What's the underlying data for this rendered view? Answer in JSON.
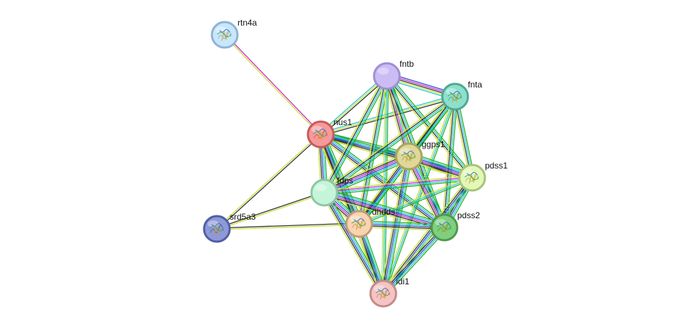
{
  "network": {
    "nodes": [
      {
        "id": "rtn4a",
        "label": "rtn4a",
        "fill": "#c9e6fb",
        "stroke": "#8fb4d6",
        "icon": "protein-structure-icon"
      },
      {
        "id": "fntb",
        "label": "fntb",
        "fill": "#cbbcf6",
        "stroke": "#9f8fd2",
        "icon": "none"
      },
      {
        "id": "fnta",
        "label": "fnta",
        "fill": "#8ee0cd",
        "stroke": "#4fa992",
        "icon": "protein-structure-icon"
      },
      {
        "id": "nus1",
        "label": "nus1",
        "fill": "#f59a9a",
        "stroke": "#c85a5a",
        "icon": "protein-structure-icon"
      },
      {
        "id": "ggps1",
        "label": "ggps1",
        "fill": "#dfd899",
        "stroke": "#aaa45c",
        "icon": "protein-structure-icon"
      },
      {
        "id": "pdss1",
        "label": "pdss1",
        "fill": "#e3f7b7",
        "stroke": "#a8c37a",
        "icon": "protein-structure-icon"
      },
      {
        "id": "fdps",
        "label": "fdps",
        "fill": "#c5f5d8",
        "stroke": "#8dc7a6",
        "icon": "none"
      },
      {
        "id": "srd5a3",
        "label": "srd5a3",
        "fill": "#8f98d8",
        "stroke": "#525fa3",
        "icon": "protein-structure-icon"
      },
      {
        "id": "dhdds",
        "label": "dhdds",
        "fill": "#f8d4b0",
        "stroke": "#c49b76",
        "icon": "protein-structure-icon"
      },
      {
        "id": "pdss2",
        "label": "pdss2",
        "fill": "#7fcf7f",
        "stroke": "#4d9a4d",
        "icon": "protein-structure-icon"
      },
      {
        "id": "idi1",
        "label": "idi1",
        "fill": "#f5c4c4",
        "stroke": "#c58a8a",
        "icon": "protein-structure-icon"
      }
    ],
    "edges": [
      {
        "a": "rtn4a",
        "b": "nus1",
        "types": [
          "magenta",
          "yellow"
        ]
      },
      {
        "a": "nus1",
        "b": "fntb",
        "types": [
          "cyan",
          "yellow",
          "black"
        ]
      },
      {
        "a": "nus1",
        "b": "fnta",
        "types": [
          "cyan",
          "yellow",
          "black"
        ]
      },
      {
        "a": "nus1",
        "b": "ggps1",
        "types": [
          "green",
          "cyan",
          "blue",
          "black",
          "yellow"
        ]
      },
      {
        "a": "nus1",
        "b": "pdss1",
        "types": [
          "green",
          "cyan",
          "blue",
          "black",
          "yellow"
        ]
      },
      {
        "a": "nus1",
        "b": "fdps",
        "types": [
          "green",
          "cyan",
          "blue",
          "black",
          "yellow"
        ]
      },
      {
        "a": "nus1",
        "b": "dhdds",
        "types": [
          "green",
          "cyan",
          "blue",
          "magenta",
          "black",
          "yellow"
        ]
      },
      {
        "a": "nus1",
        "b": "pdss2",
        "types": [
          "green",
          "cyan",
          "blue",
          "black",
          "yellow"
        ]
      },
      {
        "a": "nus1",
        "b": "idi1",
        "types": [
          "green",
          "cyan",
          "black",
          "yellow"
        ]
      },
      {
        "a": "nus1",
        "b": "srd5a3",
        "types": [
          "black",
          "yellow"
        ]
      },
      {
        "a": "srd5a3",
        "b": "fdps",
        "types": [
          "black",
          "yellow"
        ]
      },
      {
        "a": "srd5a3",
        "b": "dhdds",
        "types": [
          "black",
          "yellow"
        ]
      },
      {
        "a": "fntb",
        "b": "fnta",
        "types": [
          "blue",
          "magenta",
          "black",
          "yellow",
          "cyan"
        ]
      },
      {
        "a": "fntb",
        "b": "ggps1",
        "types": [
          "green",
          "cyan",
          "magenta",
          "black",
          "yellow"
        ]
      },
      {
        "a": "fntb",
        "b": "pdss1",
        "types": [
          "green",
          "cyan",
          "black",
          "yellow"
        ]
      },
      {
        "a": "fntb",
        "b": "fdps",
        "types": [
          "green",
          "cyan",
          "black",
          "yellow"
        ]
      },
      {
        "a": "fntb",
        "b": "dhdds",
        "types": [
          "green",
          "cyan",
          "black",
          "yellow"
        ]
      },
      {
        "a": "fntb",
        "b": "pdss2",
        "types": [
          "green",
          "cyan",
          "black",
          "yellow"
        ]
      },
      {
        "a": "fntb",
        "b": "idi1",
        "types": [
          "green",
          "cyan",
          "yellow"
        ]
      },
      {
        "a": "fnta",
        "b": "ggps1",
        "types": [
          "green",
          "cyan",
          "black",
          "yellow"
        ]
      },
      {
        "a": "fnta",
        "b": "pdss1",
        "types": [
          "green",
          "cyan",
          "black",
          "yellow"
        ]
      },
      {
        "a": "fnta",
        "b": "fdps",
        "types": [
          "green",
          "cyan",
          "black",
          "yellow"
        ]
      },
      {
        "a": "fnta",
        "b": "dhdds",
        "types": [
          "green",
          "cyan",
          "black",
          "yellow"
        ]
      },
      {
        "a": "fnta",
        "b": "pdss2",
        "types": [
          "green",
          "cyan",
          "black",
          "yellow"
        ]
      },
      {
        "a": "fnta",
        "b": "idi1",
        "types": [
          "green",
          "cyan",
          "yellow"
        ]
      },
      {
        "a": "ggps1",
        "b": "pdss1",
        "types": [
          "green",
          "cyan",
          "blue",
          "magenta",
          "black",
          "yellow"
        ]
      },
      {
        "a": "ggps1",
        "b": "fdps",
        "types": [
          "green",
          "cyan",
          "blue",
          "magenta",
          "black",
          "yellow"
        ]
      },
      {
        "a": "ggps1",
        "b": "dhdds",
        "types": [
          "green",
          "cyan",
          "blue",
          "black",
          "yellow"
        ]
      },
      {
        "a": "ggps1",
        "b": "pdss2",
        "types": [
          "green",
          "cyan",
          "blue",
          "magenta",
          "black",
          "yellow"
        ]
      },
      {
        "a": "ggps1",
        "b": "idi1",
        "types": [
          "green",
          "cyan",
          "blue",
          "black",
          "yellow"
        ]
      },
      {
        "a": "pdss1",
        "b": "fdps",
        "types": [
          "green",
          "cyan",
          "magenta",
          "yellow"
        ]
      },
      {
        "a": "pdss1",
        "b": "dhdds",
        "types": [
          "green",
          "cyan",
          "yellow"
        ]
      },
      {
        "a": "pdss1",
        "b": "pdss2",
        "types": [
          "green",
          "cyan",
          "blue",
          "black",
          "yellow"
        ]
      },
      {
        "a": "pdss1",
        "b": "idi1",
        "types": [
          "green",
          "cyan",
          "blue",
          "black",
          "yellow"
        ]
      },
      {
        "a": "fdps",
        "b": "dhdds",
        "types": [
          "green",
          "cyan",
          "blue",
          "magenta",
          "black",
          "yellow"
        ]
      },
      {
        "a": "fdps",
        "b": "pdss2",
        "types": [
          "green",
          "cyan",
          "blue",
          "magenta",
          "black",
          "yellow"
        ]
      },
      {
        "a": "fdps",
        "b": "idi1",
        "types": [
          "green",
          "cyan",
          "blue",
          "black",
          "yellow"
        ]
      },
      {
        "a": "dhdds",
        "b": "pdss2",
        "types": [
          "green",
          "cyan",
          "blue",
          "black",
          "yellow"
        ]
      },
      {
        "a": "dhdds",
        "b": "idi1",
        "types": [
          "green",
          "cyan",
          "blue",
          "black",
          "yellow"
        ]
      },
      {
        "a": "pdss2",
        "b": "idi1",
        "types": [
          "green",
          "cyan",
          "blue",
          "black",
          "yellow"
        ]
      }
    ],
    "edge_colors": {
      "green": "#22b022",
      "cyan": "#28c8dc",
      "blue": "#2e4ecb",
      "magenta": "#d12ad1",
      "black": "#333333",
      "yellow": "#c8e03a"
    }
  }
}
